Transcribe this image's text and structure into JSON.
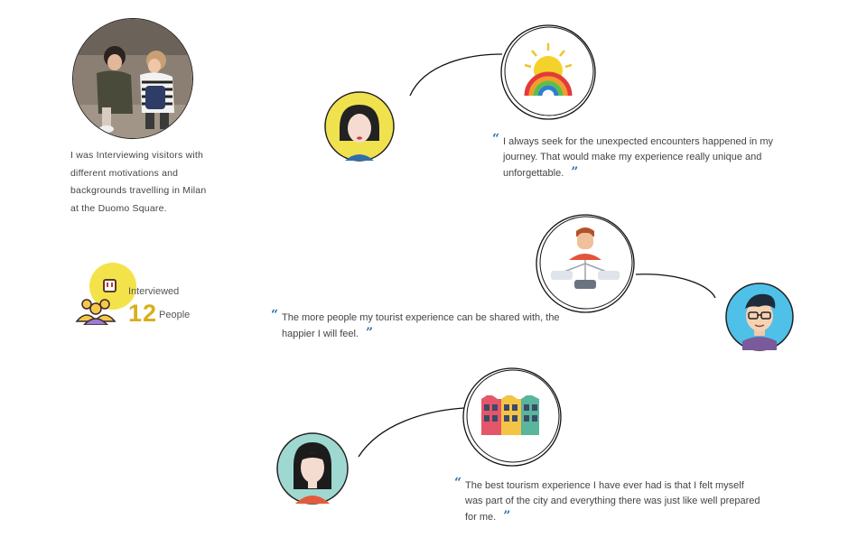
{
  "intro": {
    "text": "I was Interviewing visitors with different motivations and backgrounds travelling in Milan at the Duomo Square."
  },
  "stats": {
    "label": "Interviewed",
    "count": "12",
    "unit": "People"
  },
  "quotes": [
    {
      "text": "I always seek for the unexpected encounters happened in my journey. That would make my experience really unique and unforgettable.",
      "icon": "sun-rainbow-icon"
    },
    {
      "text": "The more people my tourist experience can be shared with, the happier I will feel.",
      "icon": "network-person-icon"
    },
    {
      "text": "The best tourism experience I have ever had is that I felt myself was part of the city and everything there was just like well prepared for me.",
      "icon": "colorful-houses-icon"
    }
  ],
  "colors": {
    "accent_yellow": "#f3e24a",
    "number_gold": "#d6b01b",
    "quote_blue": "#2a6fb0",
    "avatar_teal": "#4fc0e8",
    "avatar_mint": "#9fd8d0"
  }
}
